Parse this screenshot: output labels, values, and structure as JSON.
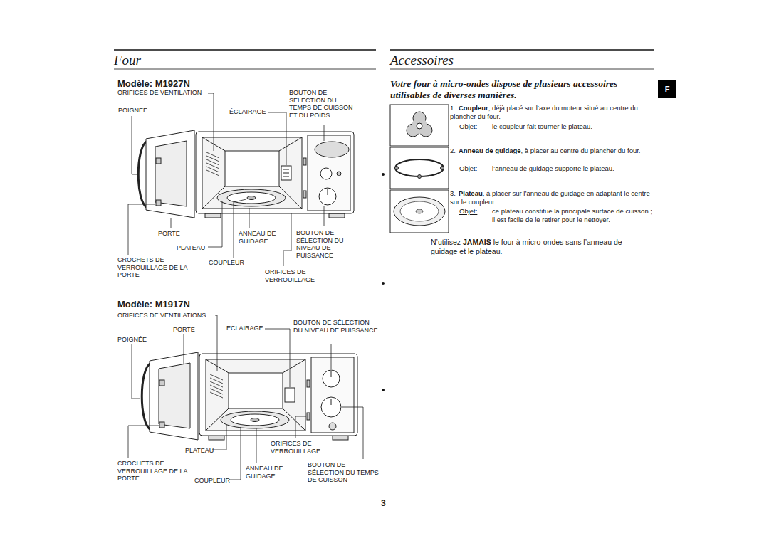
{
  "diagram": {
    "nodes": [
      {
        "text": [
          "F"
        ]
      }
    ],
    "labels": [
      "Four",
      "Accessoires",
      "Modèle: M1927N",
      "ORIFICES DE VENTILATION",
      "POIGNÉE",
      "ÉCLAIRAGE",
      "BOUTON DE SÉLECTION DU TEMPS DE CUISSON ET DU POIDS",
      "PORTE",
      "PLATEAU",
      "ANNEAU DE GUIDAGE",
      "BOUTON DE SÉLECTION DU NIVEAU DE PUISSANCE",
      "CROCHETS DE VERROUILLAGE DE LA PORTE",
      "COUPLEUR",
      "ORIFICES DE VERROUILLAGE",
      "Modèle: M1917N",
      "ORIFICES DE VENTILATIONS",
      "PORTE",
      "ÉCLAIRAGE",
      "BOUTON DE SÉLECTION DU NIVEAU DE PUISSANCE",
      "POIGNÉE",
      "PLATEAU",
      "ORIFICES DE VERROUILLAGE",
      "CROCHETS DE VERROUILLAGE DE LA PORTE",
      "ANNEAU DE GUIDAGE",
      "COUPLEUR",
      "BOUTON DE SÉLECTION DU TEMPS DE CUISSON",
      "Votre four à micro-ondes dispose de plusieurs accessoires utilisables de diverses manières.",
      "1.",
      "Coupleur",
      ", déjà placé sur l’axe du moteur situé au centre du plancher du four.",
      "Objet:",
      "le coupleur fait tourner le plateau.",
      "2.",
      "Anneau de guidage",
      ", à placer au centre du plancher du four.",
      "Objet:",
      "l’anneau de guidage supporte le plateau.",
      "3.",
      "Plateau",
      ", à placer sur l’anneau de guidage en adaptant le centre sur le coupleur.",
      "Objet:",
      "ce plateau constitue la principale surface de cuisson ; il est facile de le retirer pour le nettoyer.",
      "N’utilisez",
      "JAMAIS",
      "le four à micro-ondes sans l’anneau de guidage et le plateau.",
      "3"
    ]
  }
}
